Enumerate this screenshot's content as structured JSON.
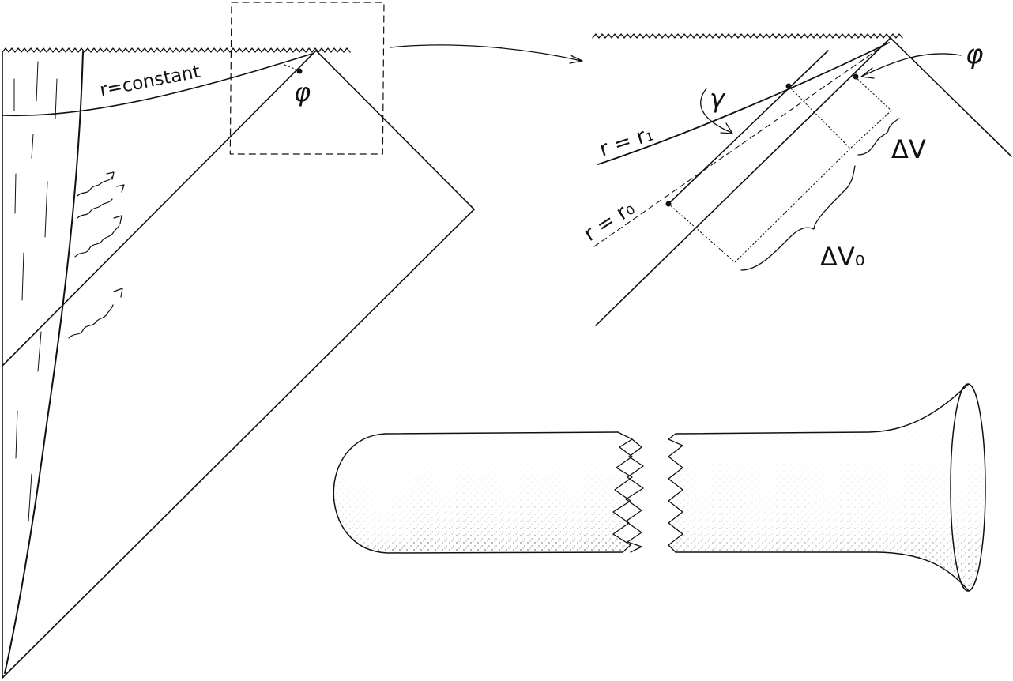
{
  "left_diagram": {
    "curve_label": "r=constant",
    "point_label": "φ"
  },
  "zoom_diagram": {
    "point_label": "φ",
    "geodesic_label": "γ",
    "line_r1_label": "r = r₁",
    "line_r0_label": "r = r₀",
    "interval_small_label": "ΔV",
    "interval_large_label": "ΔV₀"
  },
  "colors": {
    "ink": "#111111",
    "background": "#ffffff"
  }
}
